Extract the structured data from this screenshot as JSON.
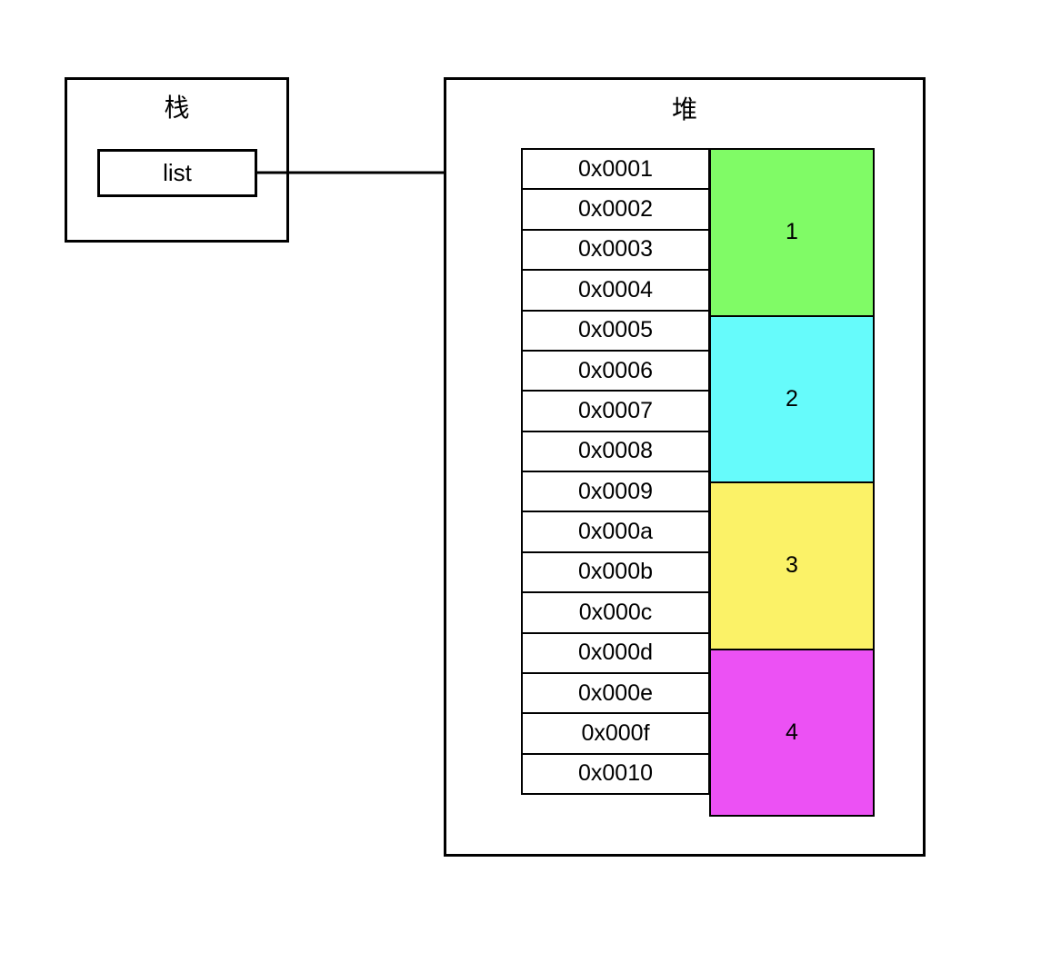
{
  "diagram": {
    "stack": {
      "title": "栈",
      "variable_label": "list"
    },
    "heap": {
      "title": "堆",
      "address_cells": [
        "0x0001",
        "0x0002",
        "0x0003",
        "0x0004",
        "0x0005",
        "0x0006",
        "0x0007",
        "0x0008",
        "0x0009",
        "0x000a",
        "0x000b",
        "0x000c",
        "0x000d",
        "0x000e",
        "0x000f",
        "0x0010"
      ],
      "value_blocks": [
        {
          "label": "1",
          "color": "#80fb66",
          "addresses": "0x0001-0x0004"
        },
        {
          "label": "2",
          "color": "#66fbfb",
          "addresses": "0x0005-0x0008"
        },
        {
          "label": "3",
          "color": "#fbf267",
          "addresses": "0x0009-0x000c"
        },
        {
          "label": "4",
          "color": "#ec51f4",
          "addresses": "0x000d-0x0010"
        }
      ]
    },
    "pointer": {
      "from": "list",
      "to": "0x0001",
      "stroke": "#000000"
    }
  }
}
